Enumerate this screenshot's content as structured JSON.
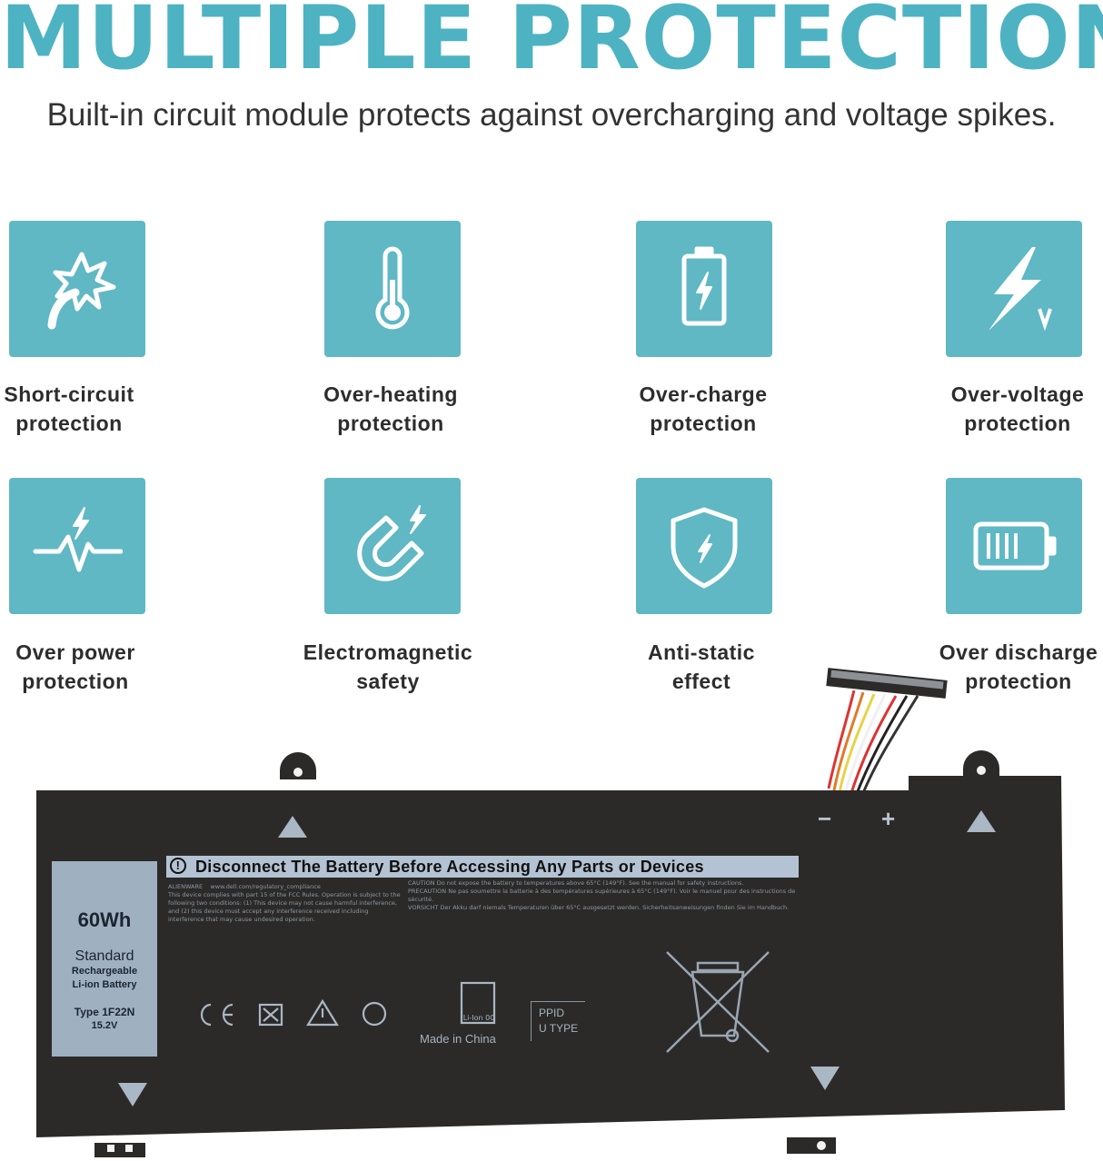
{
  "header": {
    "title": "MULTIPLE PROTECTION",
    "subtitle": "Built-in circuit module protects against overcharging and voltage spikes."
  },
  "features": [
    {
      "line1": "Short-circuit",
      "line2": "protection",
      "icon": "short-circuit-spark-icon"
    },
    {
      "line1": "Over-heating",
      "line2": "protection",
      "icon": "thermometer-icon"
    },
    {
      "line1": "Over-charge",
      "line2": "protection",
      "icon": "battery-bolt-icon"
    },
    {
      "line1": "Over-voltage",
      "line2": "protection",
      "icon": "lightning-volt-icon"
    },
    {
      "line1": "Over power",
      "line2": "protection",
      "icon": "power-pulse-icon"
    },
    {
      "line1": "Electromagnetic",
      "line2": "safety",
      "icon": "magnet-icon"
    },
    {
      "line1": "Anti-static",
      "line2": "effect",
      "icon": "shield-bolt-icon"
    },
    {
      "line1": "Over discharge",
      "line2": "protection",
      "icon": "battery-level-icon"
    }
  ],
  "battery": {
    "warning": "Disconnect The Battery Before Accessing Any Parts or Devices",
    "capacity": "60Wh",
    "standard": "Standard",
    "rechargeable": "Rechargeable",
    "chemistry": "Li-ion Battery",
    "type": "Type 1F22N",
    "voltage": "15.2V",
    "brand": "ALIENWARE",
    "url": "www.dell.com/regulatory_compliance",
    "fcc": "This device complies with part 15 of the FCC Rules. Operation is subject to the following two conditions: (1) This device may not cause harmful interference, and (2) this device must accept any interference received including interference that may cause undesired operation.",
    "caution_label": "CAUTION",
    "caution": "Do not expose the battery to temperatures above 65°C (149°F). See the manual for safety instructions.",
    "precaution_label": "PRECAUTION",
    "precaution": "Ne pas soumettre la batterie à des températures supérieures à 65°C (149°F). Voir le manuel pour des instructions de sécurité.",
    "vorsicht_label": "VORSICHT",
    "vorsicht": "Der Akku darf niemals Temperaturen über 65°C ausgesetzt werden. Sicherheitsanweisungen finden Sie im Handbuch.",
    "made_in": "Made in China",
    "recycle_label": "Li-Ion 00",
    "ppid_label": "PPID",
    "utype_label": "U TYPE",
    "minus": "−",
    "plus": "+"
  },
  "colors": {
    "accent": "#4db3c2",
    "tile": "#5fb8c4",
    "battery_body": "#2b2a28",
    "label_panel": "#9fb1c1"
  }
}
